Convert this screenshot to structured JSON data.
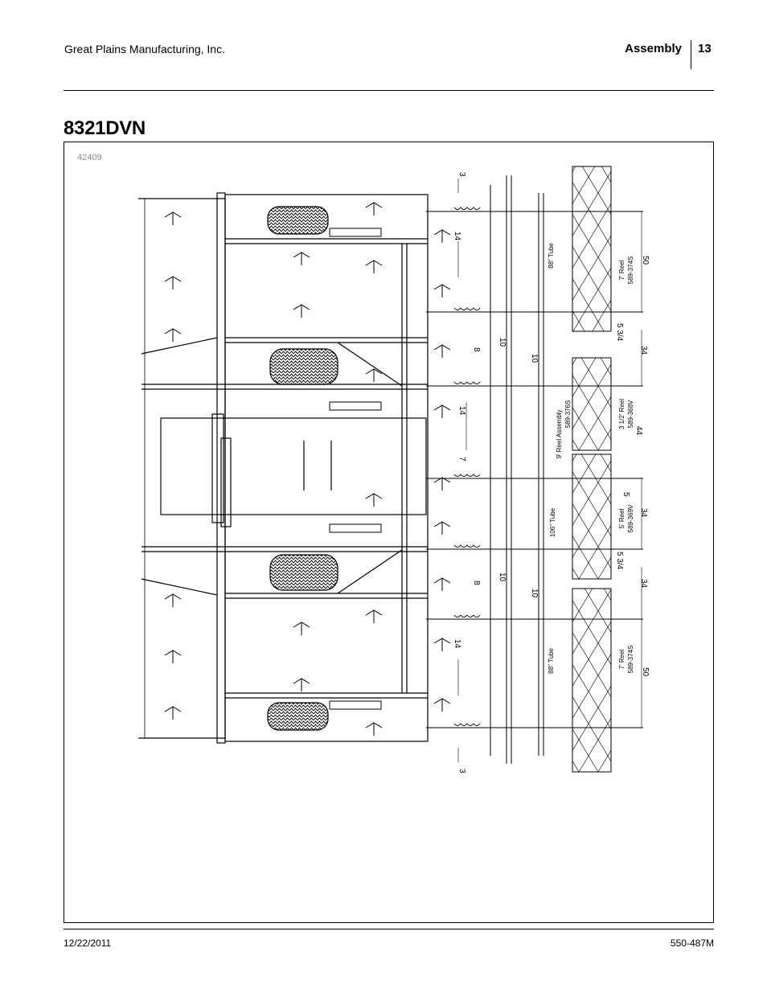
{
  "header": {
    "company": "Great Plains Manufacturing, Inc.",
    "section": "Assembly",
    "page_number": "13"
  },
  "title": "8321DVN",
  "figure": {
    "id": "42409",
    "dimensions": {
      "top": "3",
      "bottom": "3",
      "spacing_14": "14",
      "spacing_8": "8",
      "spacing_10": "10",
      "spacing_7": "7",
      "dim_50": "50",
      "dim_34": "34",
      "dim_44": "44",
      "dim_5": "5",
      "dim_5_3_4": "5 3/4"
    },
    "labels": {
      "tube_88": "88\" Tube",
      "tube_106": "106\" Tube",
      "reel_7_name": "7' Reel",
      "reel_7_part": "589-374S",
      "reel_9_name": "9' Reel Assembly",
      "reel_9_part": "589-376S",
      "reel_3_name": "3 1/2' Reel",
      "reel_3_part": "589-368V",
      "reel_5_name": "5' Reel",
      "reel_5_part": "589-369V"
    }
  },
  "footer": {
    "date": "12/22/2011",
    "doc_number": "550-487M"
  }
}
